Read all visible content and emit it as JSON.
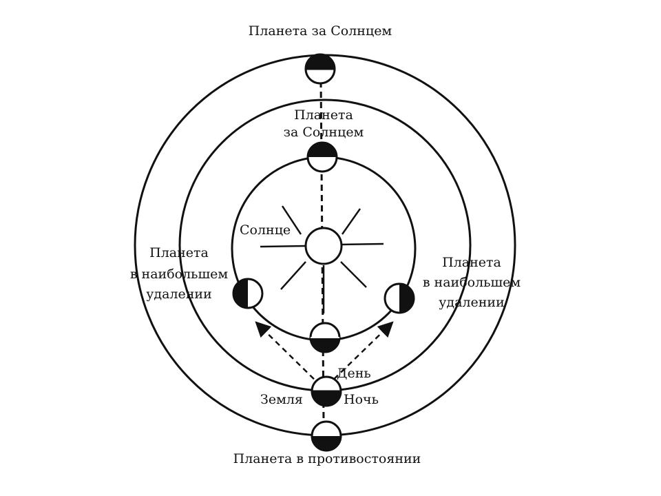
{
  "diagram": {
    "top_outer_label": "Планета за Солнцем",
    "top_inner_label_line1": "Планета",
    "top_inner_label_line2": "за Солнцем",
    "sun_label": "Солнце",
    "left_label_line1": "Планета",
    "left_label_line2": "в наибольшем",
    "left_label_line3": "удалении",
    "right_label_line1": "Планета",
    "right_label_line2": "в наибольшем",
    "right_label_line3": "удалении",
    "day_label": "День",
    "earth_label": "Земля",
    "night_label": "Ночь",
    "bottom_label": "Планета в противостоянии"
  }
}
